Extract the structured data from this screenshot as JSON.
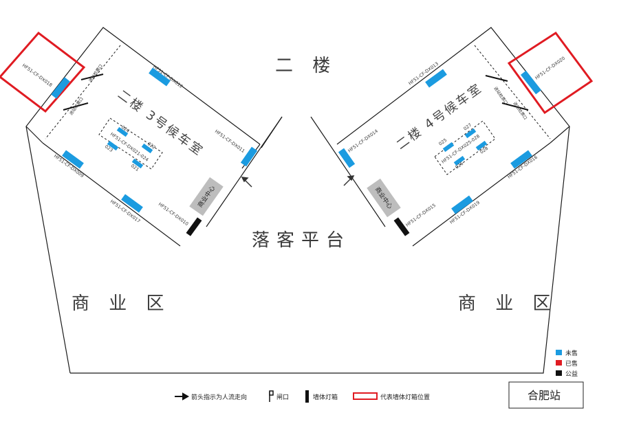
{
  "map": {
    "floor_title": "二 楼",
    "platform_label": "落客平台",
    "commercial_left": "商 业 区",
    "commercial_right": "商 业 区",
    "room_left": "二楼 3号候车室",
    "room_right": "二楼 4号候车室",
    "commercial_center_left": "商业中心",
    "commercial_center_right": "商业中心",
    "entrance_left_label": "进站检票口",
    "entrance_left_label2": "进站检票口",
    "entrance_right_label": "进站检票口",
    "entrance_right_label2": "进站检票口",
    "boxes": {
      "dx018": "HF51-CF-DX018",
      "dx012": "HF51-CF-DX012",
      "dx011": "HF51-CF-DX011",
      "dx009": "HF51-CF-DX009",
      "dx017": "HF51-CF-DX017",
      "dx010": "HF51-CF-DX010",
      "dx021_024": "HF51-CF-DX021-024",
      "n024": "024",
      "n022": "022",
      "n023": "023",
      "n021": "021",
      "dx013": "HF51-CF-DX013",
      "dx020": "HF51-CF-DX020",
      "dx014": "HF51-CF-DX014",
      "dx015": "HF51-CF-DX015",
      "dx019": "HF51-CF-DX019",
      "dx016": "HF51-CF-DX016",
      "dx025_028": "HF51-CF-DX025-028",
      "n027": "027",
      "n025": "025",
      "n026": "026",
      "n028": "028"
    }
  },
  "legend": {
    "unsold": "未售",
    "sold": "已售",
    "public": "公益",
    "colors": {
      "unsold": "#1b9be0",
      "sold": "#e01b22",
      "public": "#111111"
    },
    "arrow_desc": "箭头指示为人流走向",
    "gate_desc": "闸口",
    "wallbox_desc": "墙体灯箱",
    "redframe_desc": "代表墙体灯箱位置"
  },
  "station": {
    "name": "合肥站"
  }
}
